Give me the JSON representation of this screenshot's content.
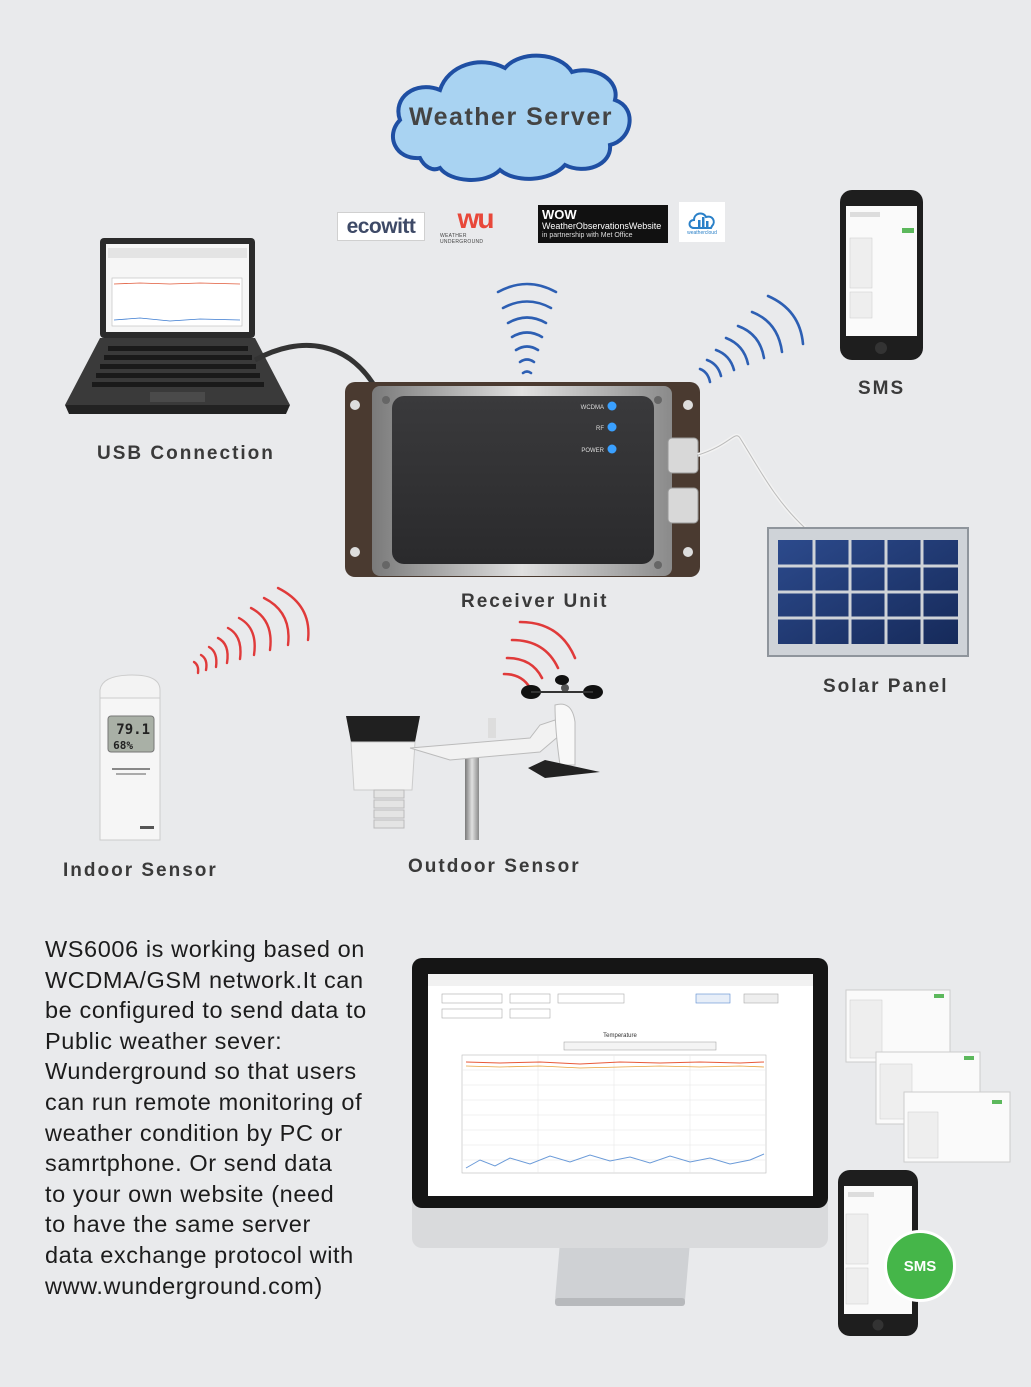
{
  "cloud": {
    "label": "Weather Server"
  },
  "logos": {
    "ecowitt": "ecowitt",
    "wu_mark": "wu",
    "wu_sub": "WEATHER UNDERGROUND",
    "wow_title": "WOW",
    "wow_sub": "WeatherObservationsWebsite",
    "wow_partner": "in partnership with  Met Office",
    "weathercloud": "weathercloud"
  },
  "labels": {
    "usb": "USB Connection",
    "sms": "SMS",
    "receiver": "Receiver Unit",
    "solar": "Solar Panel",
    "indoor": "Indoor Sensor",
    "outdoor": "Outdoor Sensor"
  },
  "receiver_leds": [
    "WCDMA",
    "RF",
    "POWER"
  ],
  "indoor_display": {
    "temp": "79.1",
    "hum": "68%"
  },
  "monitor_graph": {
    "title": "Temperature"
  },
  "sms_badge": "SMS",
  "description": [
    "WS6006 is working based on",
    "WCDMA/GSM network.It can",
    "be configured to send data to",
    "Public weather sever:",
    "Wunderground so that users",
    "can run remote monitoring of",
    "weather condition by PC or",
    "samrtphone. Or send data",
    "to your own website (need",
    "to have the same server",
    "data exchange protocol with",
    "www.wunderground.com)"
  ],
  "colors": {
    "cloud_fill": "#a9d3f2",
    "cloud_stroke": "#1f4fa3",
    "wave_blue": "#2d5fb3",
    "wave_red": "#e03a3a",
    "receiver_body": "#4a3a30",
    "led_blue": "#3aa0ff",
    "sms_green": "#45b649"
  }
}
